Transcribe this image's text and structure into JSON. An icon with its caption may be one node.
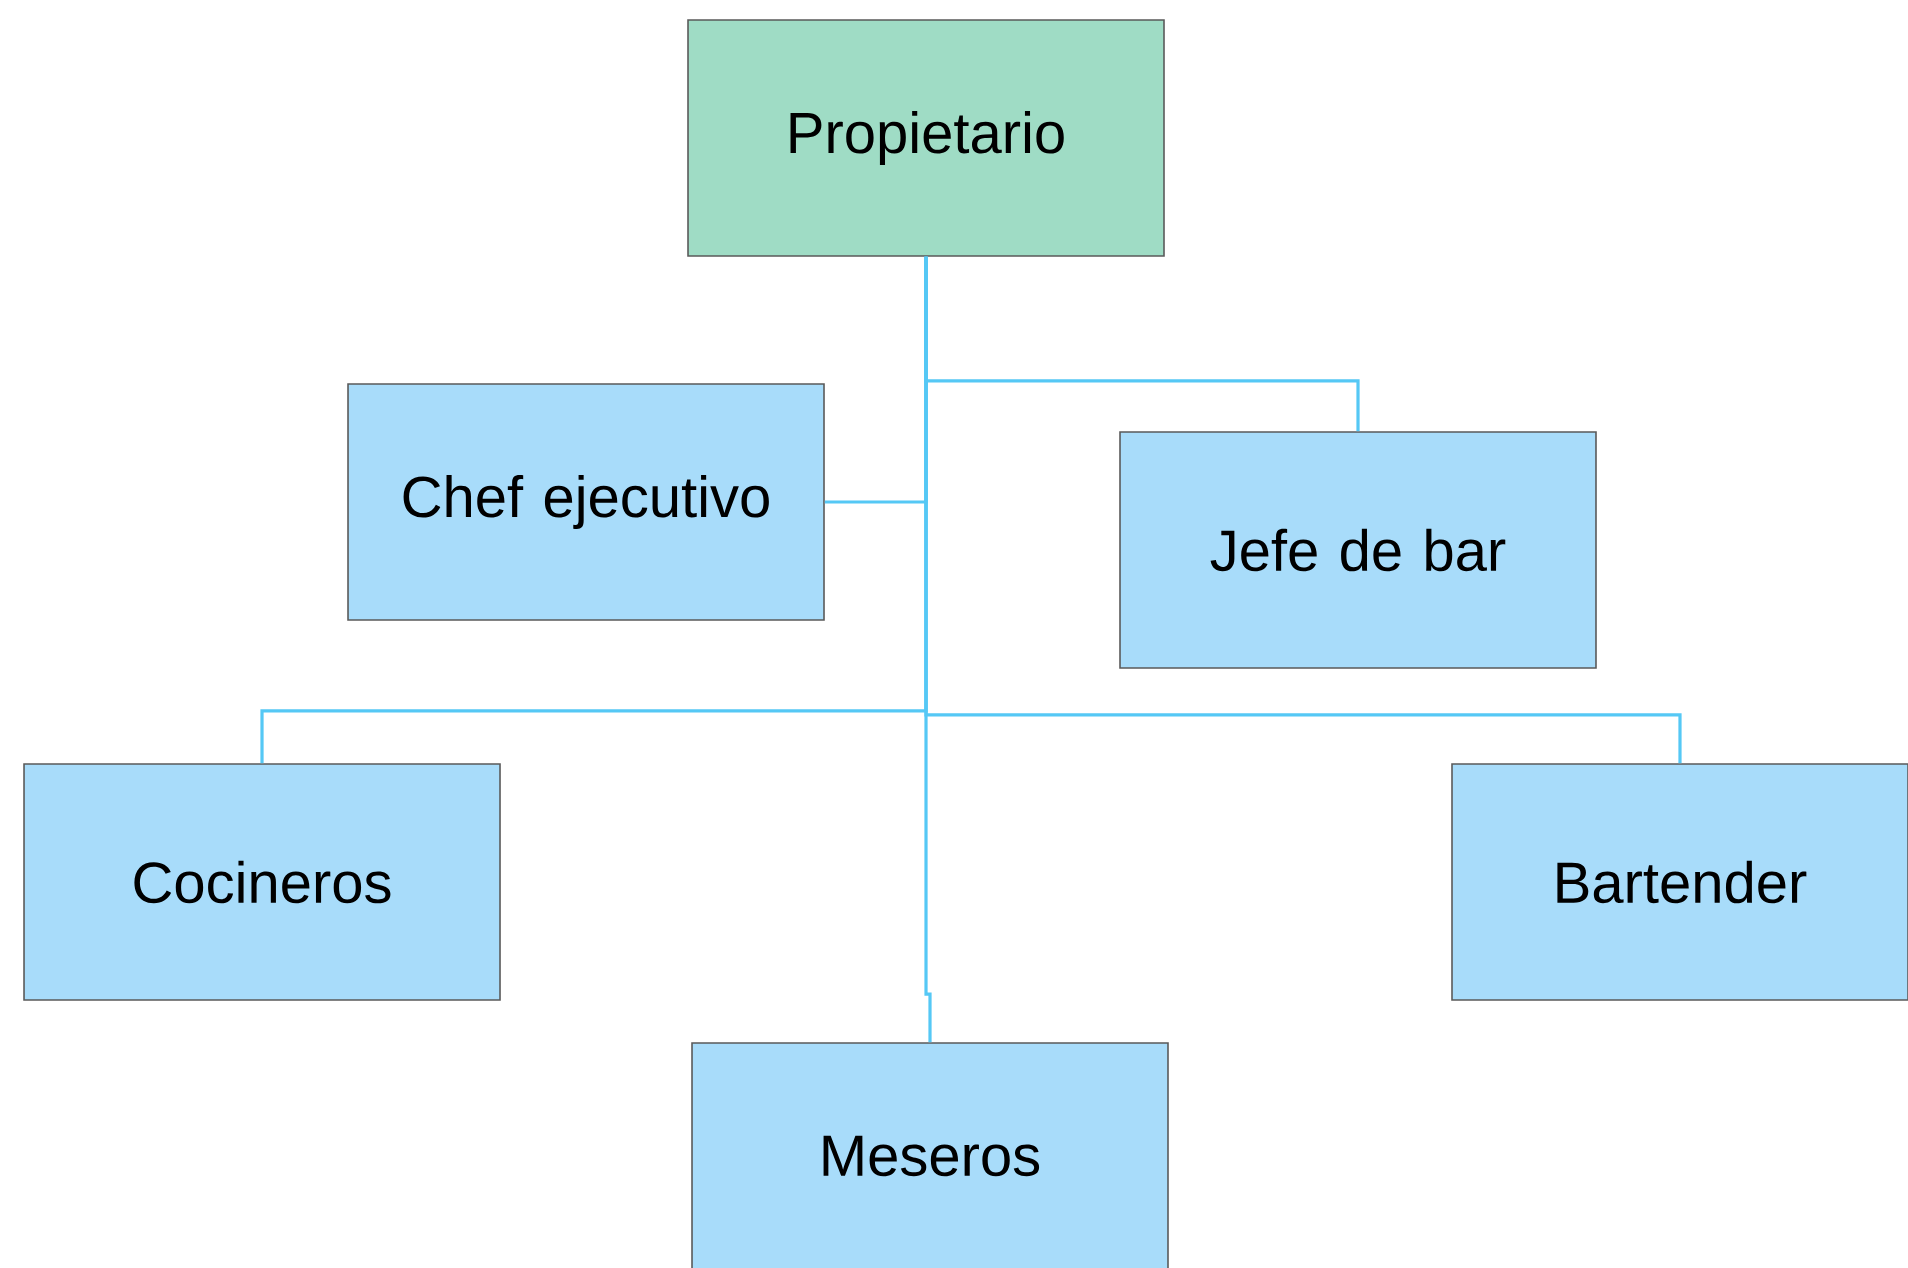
{
  "diagram": {
    "nodes": [
      {
        "text": [
          "Propietario"
        ]
      },
      {
        "text": [
          "Chef ejecutivo"
        ]
      },
      {
        "text": [
          "Jefe de bar"
        ]
      },
      {
        "text": [
          "Cocineros"
        ]
      },
      {
        "text": [
          "Bartender"
        ]
      },
      {
        "text": [
          "Meseros"
        ]
      }
    ],
    "edges": [
      {
        "from": 0,
        "to": 1,
        "arrow": "none"
      },
      {
        "from": 0,
        "to": 2,
        "arrow": "none"
      },
      {
        "from": 0,
        "to": 3,
        "arrow": "none"
      },
      {
        "from": 0,
        "to": 4,
        "arrow": "none"
      },
      {
        "from": 0,
        "to": 5,
        "arrow": "none"
      }
    ]
  }
}
